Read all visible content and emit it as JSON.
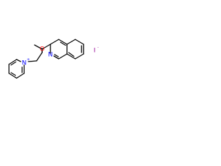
{
  "molecule": {
    "atoms": {
      "oxygen": {
        "symbol": "O",
        "color": "#ff0000"
      },
      "isoquinoline_nitrogen": {
        "symbol": "N",
        "color": "#0000ff"
      },
      "pyridinium_nitrogen": {
        "symbol": "N",
        "charge": "+",
        "color": "#0000ff"
      },
      "iodide": {
        "symbol": "I",
        "charge": "-",
        "color": "#940094"
      }
    }
  }
}
